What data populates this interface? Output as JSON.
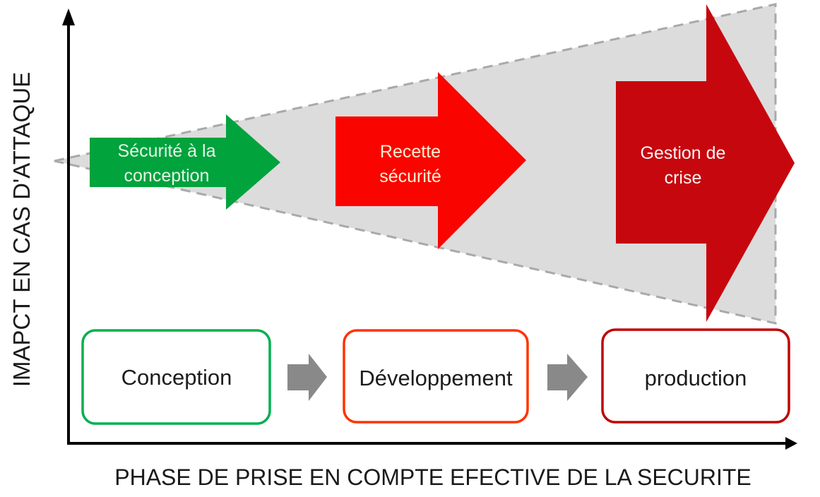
{
  "axes": {
    "y_label": "IMAPCT EN CAS D'ATTAQUE",
    "x_label": "PHASE DE PRISE EN COMPTE EFECTIVE DE LA SECURITE",
    "color": "#000000"
  },
  "wedge": {
    "fill": "#DCDCDC",
    "stroke": "#A9A9A9"
  },
  "security_arrows": [
    {
      "label_line1": "Sécurité à la",
      "label_line2": "conception",
      "fill": "#00A33C",
      "text_color": "#E6F4E9"
    },
    {
      "label_line1": "Recette",
      "label_line2": "sécurité",
      "fill": "#FA0400",
      "text_color": "#FFEFD2"
    },
    {
      "label_line1": "Gestion de",
      "label_line2": "crise",
      "fill": "#C7070E",
      "text_color": "#FBF4F4"
    }
  ],
  "phases": [
    {
      "label": "Conception",
      "border": "#00B050"
    },
    {
      "label": "Développement",
      "border": "#FF3300"
    },
    {
      "label": "production",
      "border": "#C00000"
    }
  ],
  "connector": {
    "fill": "#898989"
  }
}
